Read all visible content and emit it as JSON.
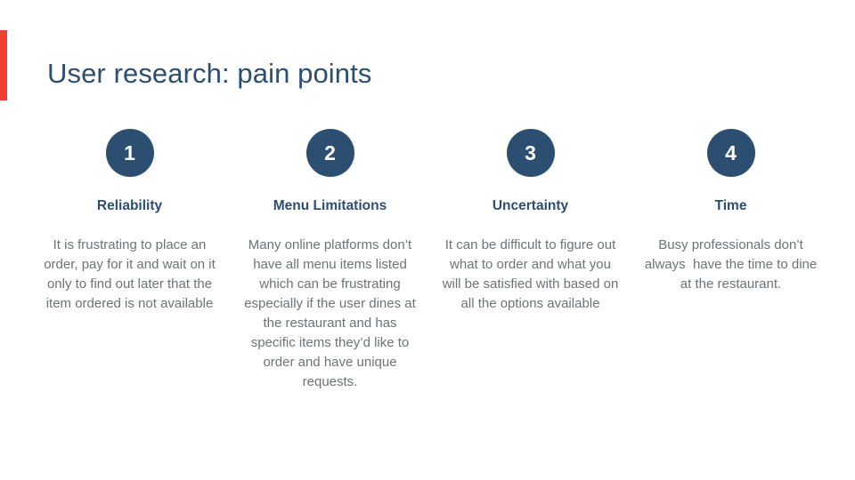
{
  "slide": {
    "title": "User research: pain points",
    "accent_color": "#ee4033",
    "navy_color": "#2c4f71",
    "body_text_color": "#6e7276",
    "background_color": "#ffffff"
  },
  "columns": [
    {
      "number": "1",
      "heading": "Reliability",
      "body": "It is frustrating to place an order, pay for it and wait on it only to find out later that the item ordered is not available"
    },
    {
      "number": "2",
      "heading": "Menu Limitations",
      "body": "Many online platforms don’t have all menu items listed which can be frustrating especially if the user dines at the restaurant and has specific items they’d like to order and have unique requests."
    },
    {
      "number": "3",
      "heading": "Uncertainty",
      "body": "It can be difficult to figure out what to order and what you will be satisfied with based on all the options available"
    },
    {
      "number": "4",
      "heading": "Time",
      "body": "Busy professionals don’t always  have the time to dine at the restaurant."
    }
  ]
}
